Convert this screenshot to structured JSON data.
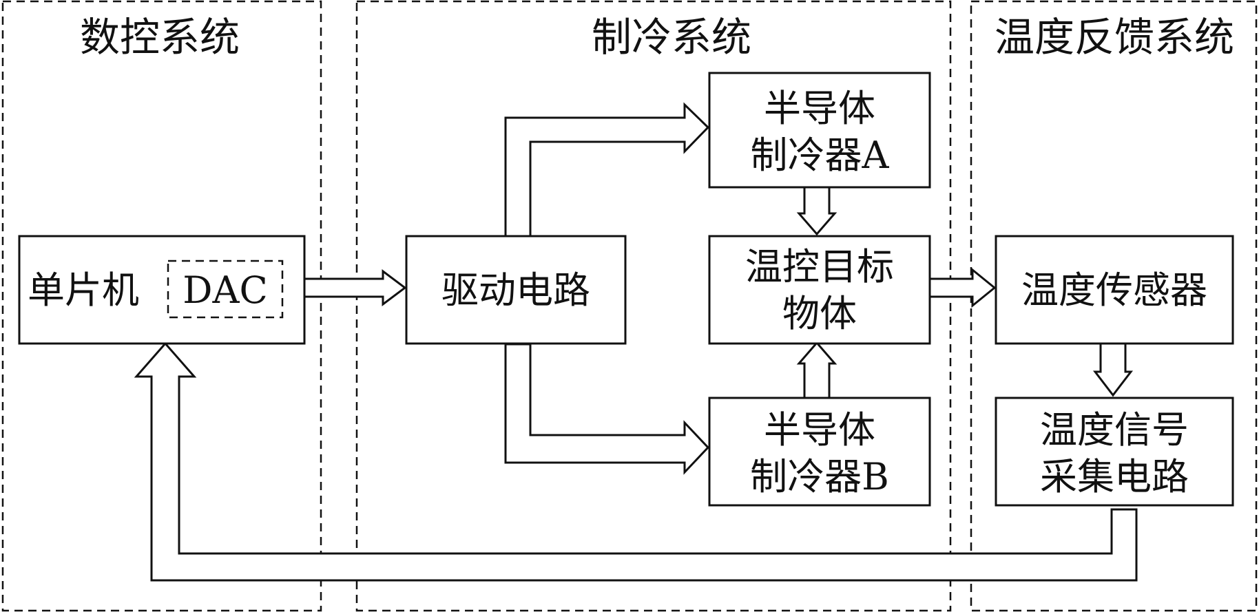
{
  "groups": {
    "numeric_control": "数控系统",
    "cooling": "制冷系统",
    "temp_feedback": "温度反馈系统"
  },
  "nodes": {
    "mcu": "单片机",
    "dac": "DAC",
    "driver": "驱动电路",
    "cooler_a": [
      "半导体",
      "制冷器A"
    ],
    "cooler_b": [
      "半导体",
      "制冷器B"
    ],
    "target": [
      "温控目标",
      "物体"
    ],
    "sensor": "温度传感器",
    "acquisition": [
      "温度信号",
      "采集电路"
    ]
  }
}
